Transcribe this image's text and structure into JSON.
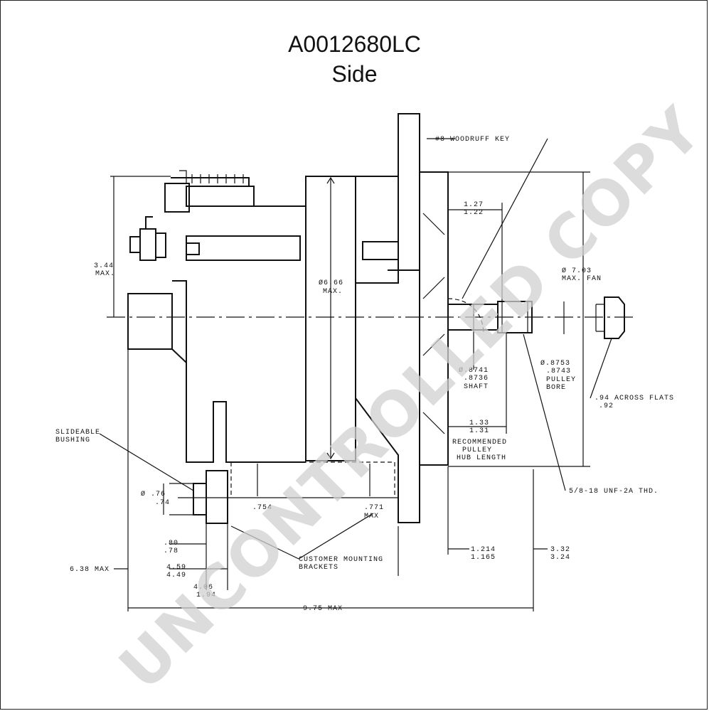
{
  "title": "A0012680LC",
  "subtitle": "Side",
  "watermark": "UNCONTROLLED COPY",
  "labels": {
    "woodruff_key": "#8 WOODRUFF KEY",
    "dim_127": "1.27",
    "dim_122": "1.22",
    "dim_344": "3.44",
    "max": "MAX.",
    "dim_666": "Ø6.66",
    "dim_703": "Ø 7.03",
    "max_fan": "MAX. FAN",
    "dim_8741": "Ø.8741",
    "dim_8736": ".8736",
    "shaft": "SHAFT",
    "dim_8753": "Ø.8753",
    "dim_8743": ".8743",
    "pulley": "PULLEY",
    "bore": "BORE",
    "across_flats": ".94 ACROSS FLATS",
    "dim_92": ".92",
    "dim_133": "1.33",
    "dim_131": "1.31",
    "recommended": "RECOMMENDED",
    "pulley2": "PULLEY",
    "hub_length": "HUB LENGTH",
    "slideable": "SLIDEABLE",
    "bushing": "BUSHING",
    "dim_76": "Ø .76",
    "dim_74": ".74",
    "dim_754": ".754",
    "dim_771": ".771",
    "max2": "MAX",
    "thread": "5/8-18 UNF-2A THD.",
    "dim_80": ".80",
    "dim_78": ".78",
    "dim_1214": "1.214",
    "dim_1165": "1.165",
    "dim_332": "3.32",
    "dim_324": "3.24",
    "customer": "CUSTOMER MOUNTING",
    "brackets": "BRACKETS",
    "dim_638": "6.38 MAX",
    "dim_459": "4.59",
    "dim_449": "4.49",
    "dim_406": "4.06",
    "dim_194": "1.94",
    "dim_975": "9.75 MAX"
  }
}
